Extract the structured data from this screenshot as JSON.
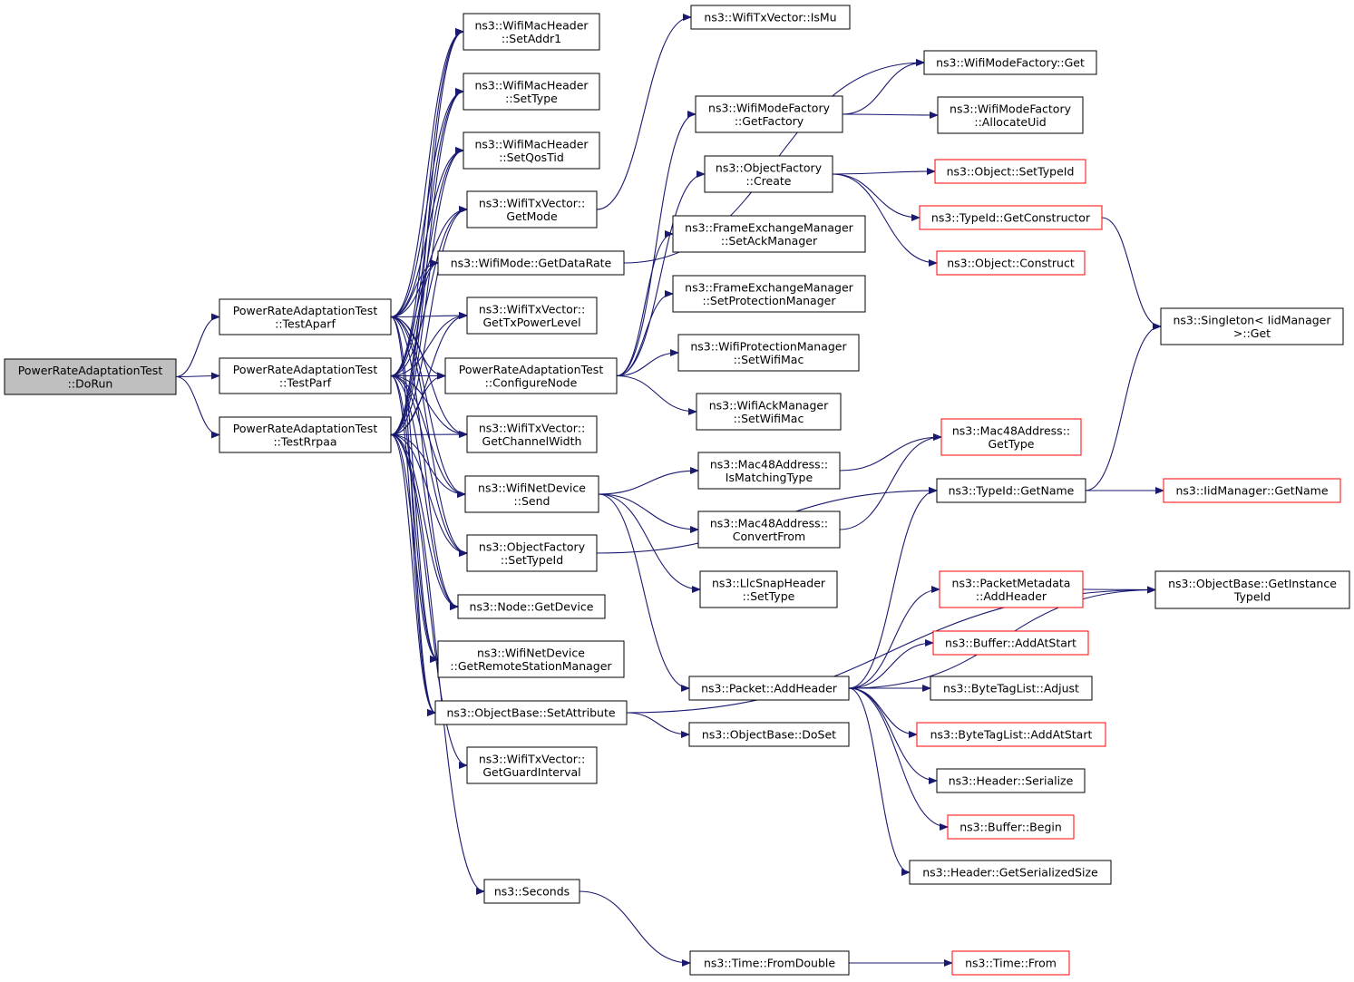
{
  "nodes": [
    {
      "id": "dorun",
      "lines": [
        "PowerRateAdaptationTest",
        "::DoRun"
      ],
      "style": "root"
    },
    {
      "id": "testaparf",
      "lines": [
        "PowerRateAdaptationTest",
        "::TestAparf"
      ],
      "style": "normal"
    },
    {
      "id": "testparf",
      "lines": [
        "PowerRateAdaptationTest",
        "::TestParf"
      ],
      "style": "normal"
    },
    {
      "id": "testrrpaa",
      "lines": [
        "PowerRateAdaptationTest",
        "::TestRrpaa"
      ],
      "style": "normal"
    },
    {
      "id": "setaddr1",
      "lines": [
        "ns3::WifiMacHeader",
        "::SetAddr1"
      ],
      "style": "normal"
    },
    {
      "id": "settype",
      "lines": [
        "ns3::WifiMacHeader",
        "::SetType"
      ],
      "style": "normal"
    },
    {
      "id": "setqostid",
      "lines": [
        "ns3::WifiMacHeader",
        "::SetQosTid"
      ],
      "style": "normal"
    },
    {
      "id": "getmode",
      "lines": [
        "ns3::WifiTxVector::",
        "GetMode"
      ],
      "style": "normal"
    },
    {
      "id": "getdatarate",
      "lines": [
        "ns3::WifiMode::GetDataRate"
      ],
      "style": "normal"
    },
    {
      "id": "gettxpowerlevel",
      "lines": [
        "ns3::WifiTxVector::",
        "GetTxPowerLevel"
      ],
      "style": "normal"
    },
    {
      "id": "configurenode",
      "lines": [
        "PowerRateAdaptationTest",
        "::ConfigureNode"
      ],
      "style": "normal"
    },
    {
      "id": "getchannelwidth",
      "lines": [
        "ns3::WifiTxVector::",
        "GetChannelWidth"
      ],
      "style": "normal"
    },
    {
      "id": "send",
      "lines": [
        "ns3::WifiNetDevice",
        "::Send"
      ],
      "style": "normal"
    },
    {
      "id": "ofsettypeid",
      "lines": [
        "ns3::ObjectFactory",
        "::SetTypeId"
      ],
      "style": "normal"
    },
    {
      "id": "getdevice",
      "lines": [
        "ns3::Node::GetDevice"
      ],
      "style": "normal"
    },
    {
      "id": "getrsm",
      "lines": [
        "ns3::WifiNetDevice",
        "::GetRemoteStationManager"
      ],
      "style": "normal"
    },
    {
      "id": "setattribute",
      "lines": [
        "ns3::ObjectBase::SetAttribute"
      ],
      "style": "normal"
    },
    {
      "id": "getguardinterval",
      "lines": [
        "ns3::WifiTxVector::",
        "GetGuardInterval"
      ],
      "style": "normal"
    },
    {
      "id": "seconds",
      "lines": [
        "ns3::Seconds"
      ],
      "style": "normal"
    },
    {
      "id": "ismu",
      "lines": [
        "ns3::WifiTxVector::IsMu"
      ],
      "style": "normal"
    },
    {
      "id": "getfactory",
      "lines": [
        "ns3::WifiModeFactory",
        "::GetFactory"
      ],
      "style": "normal"
    },
    {
      "id": "ofcreate",
      "lines": [
        "ns3::ObjectFactory",
        "::Create"
      ],
      "style": "normal"
    },
    {
      "id": "setackmanager",
      "lines": [
        "ns3::FrameExchangeManager",
        "::SetAckManager"
      ],
      "style": "normal"
    },
    {
      "id": "setprotmanager",
      "lines": [
        "ns3::FrameExchangeManager",
        "::SetProtectionManager"
      ],
      "style": "normal"
    },
    {
      "id": "protsetwifimac",
      "lines": [
        "ns3::WifiProtectionManager",
        "::SetWifiMac"
      ],
      "style": "normal"
    },
    {
      "id": "acksetwifimac",
      "lines": [
        "ns3::WifiAckManager",
        "::SetWifiMac"
      ],
      "style": "normal"
    },
    {
      "id": "ismatchingtype",
      "lines": [
        "ns3::Mac48Address::",
        "IsMatchingType"
      ],
      "style": "normal"
    },
    {
      "id": "convertfrom",
      "lines": [
        "ns3::Mac48Address::",
        "ConvertFrom"
      ],
      "style": "normal"
    },
    {
      "id": "llcsettype",
      "lines": [
        "ns3::LlcSnapHeader",
        "::SetType"
      ],
      "style": "normal"
    },
    {
      "id": "addheader",
      "lines": [
        "ns3::Packet::AddHeader"
      ],
      "style": "normal"
    },
    {
      "id": "doset",
      "lines": [
        "ns3::ObjectBase::DoSet"
      ],
      "style": "normal"
    },
    {
      "id": "fromdouble",
      "lines": [
        "ns3::Time::FromDouble"
      ],
      "style": "normal"
    },
    {
      "id": "wmfget",
      "lines": [
        "ns3::WifiModeFactory::Get"
      ],
      "style": "normal"
    },
    {
      "id": "allocateuid",
      "lines": [
        "ns3::WifiModeFactory",
        "::AllocateUid"
      ],
      "style": "normal"
    },
    {
      "id": "objsettypeid",
      "lines": [
        "ns3::Object::SetTypeId"
      ],
      "style": "red"
    },
    {
      "id": "getconstructor",
      "lines": [
        "ns3::TypeId::GetConstructor"
      ],
      "style": "red"
    },
    {
      "id": "construct",
      "lines": [
        "ns3::Object::Construct"
      ],
      "style": "red"
    },
    {
      "id": "macgettype",
      "lines": [
        "ns3::Mac48Address::",
        "GetType"
      ],
      "style": "red"
    },
    {
      "id": "typeidgetname",
      "lines": [
        "ns3::TypeId::GetName"
      ],
      "style": "normal"
    },
    {
      "id": "pmaddheader",
      "lines": [
        "ns3::PacketMetadata",
        "::AddHeader"
      ],
      "style": "red"
    },
    {
      "id": "bufaddatstart",
      "lines": [
        "ns3::Buffer::AddAtStart"
      ],
      "style": "red"
    },
    {
      "id": "btladjust",
      "lines": [
        "ns3::ByteTagList::Adjust"
      ],
      "style": "normal"
    },
    {
      "id": "btladdatstart",
      "lines": [
        "ns3::ByteTagList::AddAtStart"
      ],
      "style": "red"
    },
    {
      "id": "hdrserialize",
      "lines": [
        "ns3::Header::Serialize"
      ],
      "style": "normal"
    },
    {
      "id": "bufbegin",
      "lines": [
        "ns3::Buffer::Begin"
      ],
      "style": "red"
    },
    {
      "id": "hdrgetsize",
      "lines": [
        "ns3::Header::GetSerializedSize"
      ],
      "style": "normal"
    },
    {
      "id": "timefrom",
      "lines": [
        "ns3::Time::From"
      ],
      "style": "red"
    },
    {
      "id": "singletonget",
      "lines": [
        "ns3::Singleton< IidManager",
        " >::Get"
      ],
      "style": "normal"
    },
    {
      "id": "iidgetname",
      "lines": [
        "ns3::IidManager::GetName"
      ],
      "style": "red"
    },
    {
      "id": "getinstancetypeid",
      "lines": [
        "ns3::ObjectBase::GetInstance",
        "TypeId"
      ],
      "style": "normal"
    }
  ],
  "edges": [
    [
      "dorun",
      "testaparf"
    ],
    [
      "dorun",
      "testparf"
    ],
    [
      "dorun",
      "testrrpaa"
    ],
    [
      "testaparf",
      "setaddr1"
    ],
    [
      "testaparf",
      "settype"
    ],
    [
      "testaparf",
      "setqostid"
    ],
    [
      "testaparf",
      "getmode"
    ],
    [
      "testaparf",
      "getdatarate"
    ],
    [
      "testaparf",
      "gettxpowerlevel"
    ],
    [
      "testaparf",
      "configurenode"
    ],
    [
      "testaparf",
      "getchannelwidth"
    ],
    [
      "testaparf",
      "send"
    ],
    [
      "testaparf",
      "ofsettypeid"
    ],
    [
      "testaparf",
      "getdevice"
    ],
    [
      "testaparf",
      "getrsm"
    ],
    [
      "testaparf",
      "setattribute"
    ],
    [
      "testparf",
      "setaddr1"
    ],
    [
      "testparf",
      "settype"
    ],
    [
      "testparf",
      "setqostid"
    ],
    [
      "testparf",
      "getmode"
    ],
    [
      "testparf",
      "getdatarate"
    ],
    [
      "testparf",
      "gettxpowerlevel"
    ],
    [
      "testparf",
      "configurenode"
    ],
    [
      "testparf",
      "getchannelwidth"
    ],
    [
      "testparf",
      "send"
    ],
    [
      "testparf",
      "ofsettypeid"
    ],
    [
      "testparf",
      "getdevice"
    ],
    [
      "testparf",
      "getrsm"
    ],
    [
      "testparf",
      "setattribute"
    ],
    [
      "testrrpaa",
      "setaddr1"
    ],
    [
      "testrrpaa",
      "settype"
    ],
    [
      "testrrpaa",
      "setqostid"
    ],
    [
      "testrrpaa",
      "getmode"
    ],
    [
      "testrrpaa",
      "getdatarate"
    ],
    [
      "testrrpaa",
      "gettxpowerlevel"
    ],
    [
      "testrrpaa",
      "configurenode"
    ],
    [
      "testrrpaa",
      "getchannelwidth"
    ],
    [
      "testrrpaa",
      "send"
    ],
    [
      "testrrpaa",
      "ofsettypeid"
    ],
    [
      "testrrpaa",
      "getdevice"
    ],
    [
      "testrrpaa",
      "getrsm"
    ],
    [
      "testrrpaa",
      "setattribute"
    ],
    [
      "testrrpaa",
      "getguardinterval"
    ],
    [
      "testrrpaa",
      "seconds"
    ],
    [
      "getmode",
      "ismu"
    ],
    [
      "getdatarate",
      "wmfget"
    ],
    [
      "configurenode",
      "getfactory"
    ],
    [
      "configurenode",
      "ofcreate"
    ],
    [
      "configurenode",
      "setackmanager"
    ],
    [
      "configurenode",
      "setprotmanager"
    ],
    [
      "configurenode",
      "protsetwifimac"
    ],
    [
      "configurenode",
      "acksetwifimac"
    ],
    [
      "send",
      "ismatchingtype"
    ],
    [
      "send",
      "convertfrom"
    ],
    [
      "send",
      "llcsettype"
    ],
    [
      "send",
      "addheader"
    ],
    [
      "ofsettypeid",
      "typeidgetname"
    ],
    [
      "setattribute",
      "doset"
    ],
    [
      "setattribute",
      "getinstancetypeid"
    ],
    [
      "seconds",
      "fromdouble"
    ],
    [
      "getfactory",
      "wmfget"
    ],
    [
      "getfactory",
      "allocateuid"
    ],
    [
      "ofcreate",
      "objsettypeid"
    ],
    [
      "ofcreate",
      "getconstructor"
    ],
    [
      "ofcreate",
      "construct"
    ],
    [
      "ismatchingtype",
      "macgettype"
    ],
    [
      "convertfrom",
      "macgettype"
    ],
    [
      "addheader",
      "typeidgetname"
    ],
    [
      "addheader",
      "pmaddheader"
    ],
    [
      "addheader",
      "bufaddatstart"
    ],
    [
      "addheader",
      "btladjust"
    ],
    [
      "addheader",
      "btladdatstart"
    ],
    [
      "addheader",
      "hdrserialize"
    ],
    [
      "addheader",
      "bufbegin"
    ],
    [
      "addheader",
      "hdrgetsize"
    ],
    [
      "addheader",
      "getinstancetypeid"
    ],
    [
      "fromdouble",
      "timefrom"
    ],
    [
      "getconstructor",
      "singletonget"
    ],
    [
      "typeidgetname",
      "singletonget"
    ],
    [
      "typeidgetname",
      "iidgetname"
    ],
    [
      "pmaddheader",
      "getinstancetypeid"
    ]
  ]
}
